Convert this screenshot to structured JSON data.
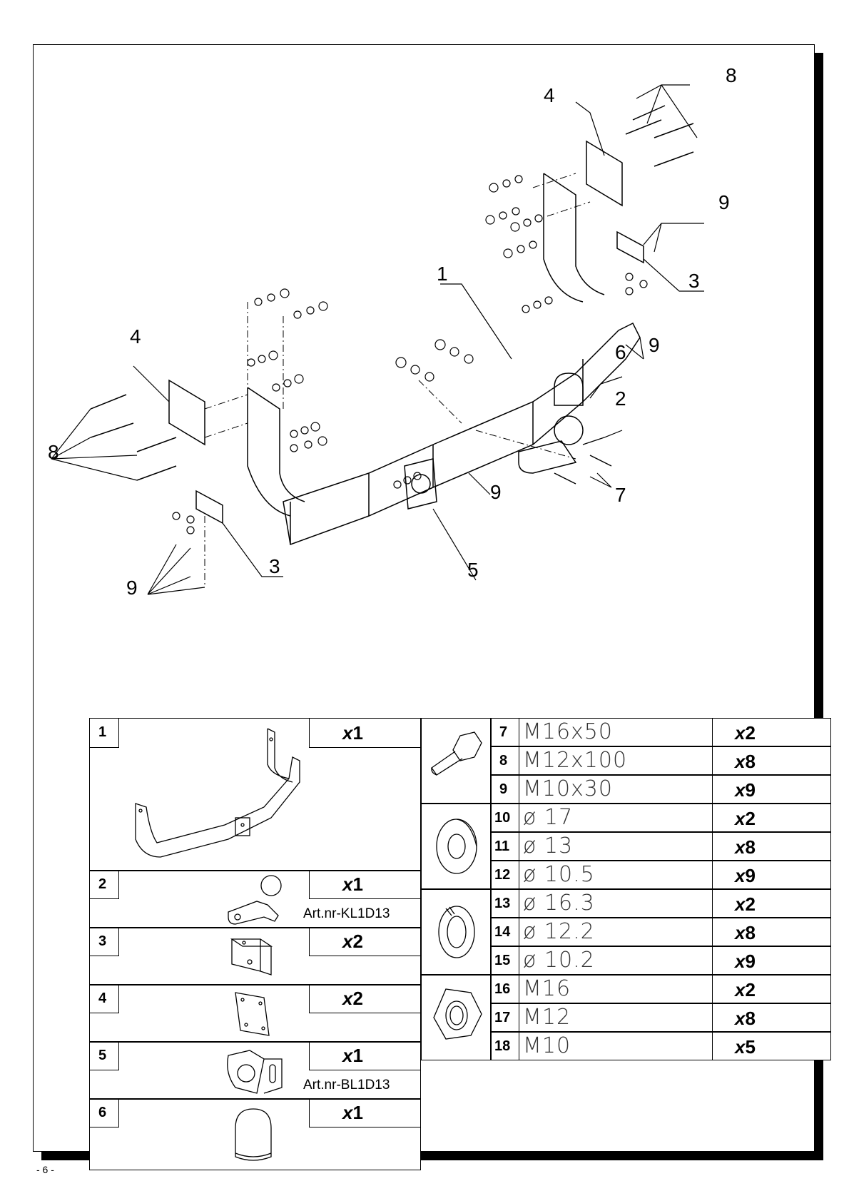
{
  "callouts": {
    "c1": "1",
    "c2": "2",
    "c3a": "3",
    "c3b": "3",
    "c4a": "4",
    "c4b": "4",
    "c5": "5",
    "c6": "6",
    "c7": "7",
    "c8a": "8",
    "c8b": "8",
    "c9a": "9",
    "c9b": "9",
    "c9c": "9",
    "c9d": "9"
  },
  "parts_left": [
    {
      "no": "1",
      "qty_x": "x",
      "qty_n": "1",
      "art": ""
    },
    {
      "no": "2",
      "qty_x": "x",
      "qty_n": "1",
      "art": "Art.nr-KL1D13"
    },
    {
      "no": "3",
      "qty_x": "x",
      "qty_n": "2",
      "art": ""
    },
    {
      "no": "4",
      "qty_x": "x",
      "qty_n": "2",
      "art": ""
    },
    {
      "no": "5",
      "qty_x": "x",
      "qty_n": "1",
      "art": "Art.nr-BL1D13"
    },
    {
      "no": "6",
      "qty_x": "x",
      "qty_n": "1",
      "art": ""
    }
  ],
  "parts_right": [
    {
      "no": "7",
      "spec": "M16x50",
      "qty_x": "x",
      "qty_n": "2"
    },
    {
      "no": "8",
      "spec": "M12x100",
      "qty_x": "x",
      "qty_n": "8"
    },
    {
      "no": "9",
      "spec": "M10x30",
      "qty_x": "x",
      "qty_n": "9"
    },
    {
      "no": "10",
      "spec": "ø 17",
      "qty_x": "x",
      "qty_n": "2"
    },
    {
      "no": "11",
      "spec": "ø 13",
      "qty_x": "x",
      "qty_n": "8"
    },
    {
      "no": "12",
      "spec": "ø 10.5",
      "qty_x": "x",
      "qty_n": "9"
    },
    {
      "no": "13",
      "spec": "ø 16.3",
      "qty_x": "x",
      "qty_n": "2"
    },
    {
      "no": "14",
      "spec": "ø 12.2",
      "qty_x": "x",
      "qty_n": "8"
    },
    {
      "no": "15",
      "spec": "ø 10.2",
      "qty_x": "x",
      "qty_n": "9"
    },
    {
      "no": "16",
      "spec": "M16",
      "qty_x": "x",
      "qty_n": "2"
    },
    {
      "no": "17",
      "spec": "M12",
      "qty_x": "x",
      "qty_n": "8"
    },
    {
      "no": "18",
      "spec": "M10",
      "qty_x": "x",
      "qty_n": "5"
    }
  ],
  "page_number": "- 6 -"
}
